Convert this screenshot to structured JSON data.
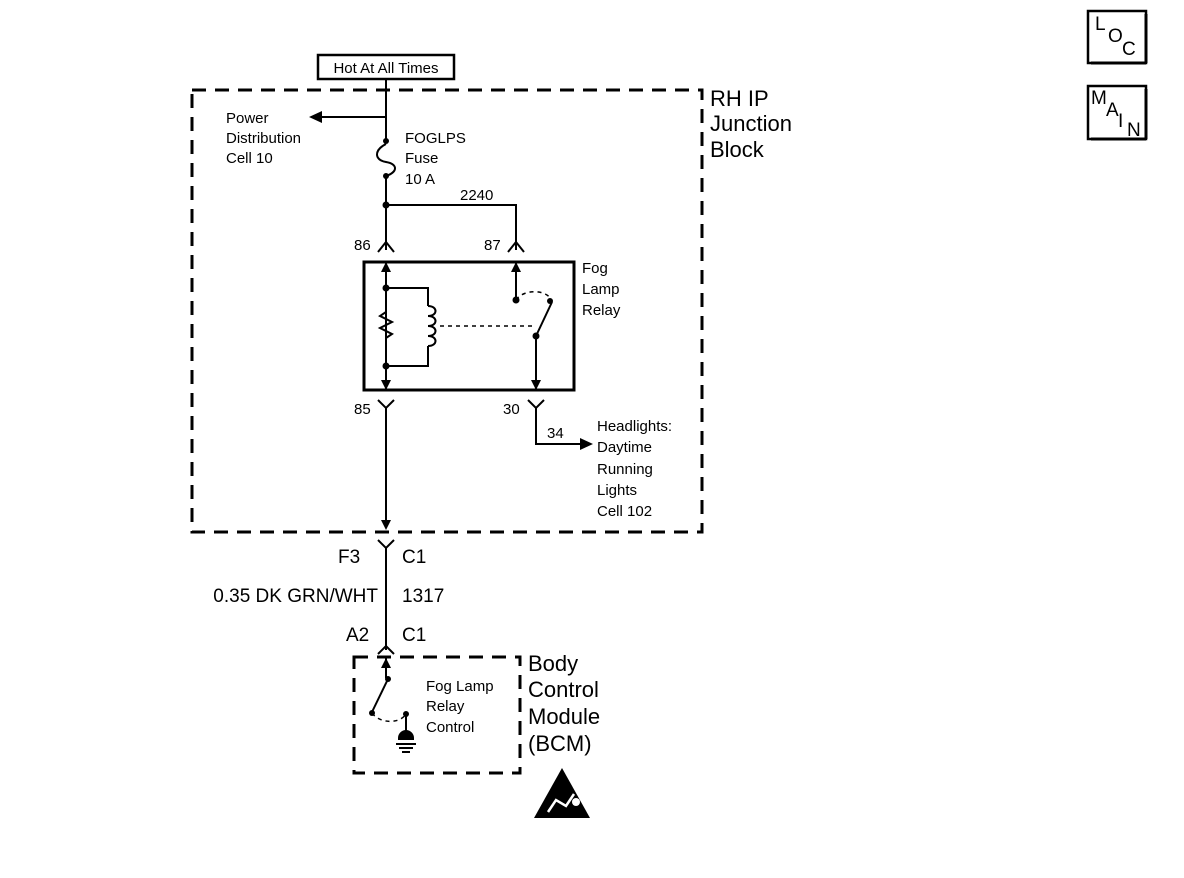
{
  "source_label": "Hot At All Times",
  "nav": {
    "loc_letters": [
      "L",
      "O",
      "C"
    ],
    "main_letters": [
      "M",
      "A",
      "I",
      "N"
    ]
  },
  "junction_block": {
    "lines": [
      "RH IP",
      "Junction",
      "Block"
    ]
  },
  "power_distribution": {
    "lines": [
      "Power",
      "Distribution",
      "Cell 10"
    ]
  },
  "fuse": {
    "lines": [
      "FOGLPS",
      "Fuse",
      "10 A"
    ]
  },
  "circuit_2240": "2240",
  "relay": {
    "lines": [
      "Fog",
      "Lamp",
      "Relay"
    ],
    "pin_86": "86",
    "pin_87": "87",
    "pin_85": "85",
    "pin_30": "30"
  },
  "circuit_34": "34",
  "headlights": {
    "lines": [
      "Headlights:",
      "Daytime",
      "Running",
      "Lights",
      "Cell 102"
    ]
  },
  "connector_top": {
    "pin": "F3",
    "name": "C1"
  },
  "wire": {
    "gauge_color": "0.35 DK GRN/WHT",
    "circuit": "1317"
  },
  "connector_bottom": {
    "pin": "A2",
    "name": "C1"
  },
  "bcm": {
    "lines": [
      "Body",
      "Control",
      "Module",
      "(BCM)"
    ],
    "control_lines": [
      "Fog Lamp",
      "Relay",
      "Control"
    ]
  }
}
